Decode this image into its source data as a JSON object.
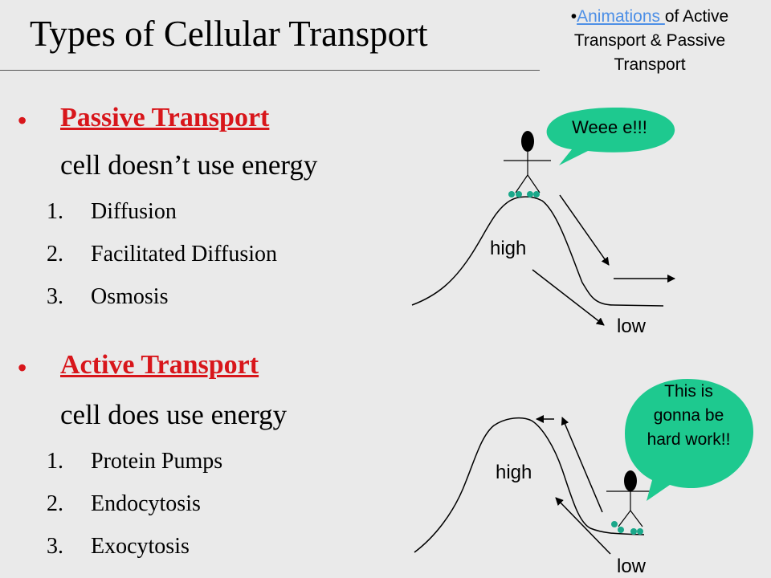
{
  "title": "Types of Cellular Transport",
  "animations_note": {
    "bullet": "•",
    "link_text": "Animations ",
    "rest": "of Active Transport & Passive Transport"
  },
  "passive": {
    "bullet": "•",
    "heading": "Passive Transport",
    "description": "cell doesn’t use energy",
    "items": [
      {
        "num": "1.",
        "text": "Diffusion"
      },
      {
        "num": "2.",
        "text": "Facilitated Diffusion"
      },
      {
        "num": "3.",
        "text": "Osmosis"
      }
    ]
  },
  "active": {
    "bullet": "•",
    "heading": "Active Transport",
    "description": "cell does use energy",
    "items": [
      {
        "num": "1.",
        "text": "Protein Pumps"
      },
      {
        "num": "2.",
        "text": "Endocytosis"
      },
      {
        "num": "3.",
        "text": "Exocytosis"
      }
    ]
  },
  "diagram_top": {
    "high_label": "high",
    "low_label": "low",
    "bubble": "Weee e!!!"
  },
  "diagram_bottom": {
    "high_label": "high",
    "low_label": "low",
    "bubble": "This is gonna be hard work!!"
  },
  "colors": {
    "background": "#eaeaea",
    "heading_red": "#d8161b",
    "link_blue": "#4d8fe6",
    "bubble_green": "#1ec98f",
    "dot_teal": "#1aa88a"
  }
}
